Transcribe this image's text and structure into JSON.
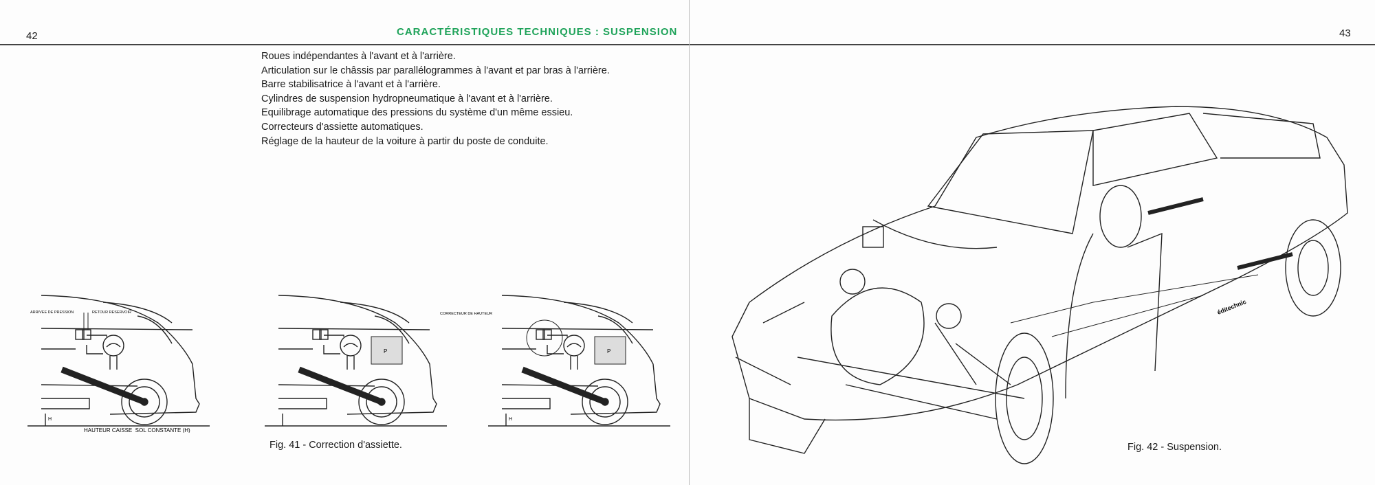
{
  "left_page": {
    "page_number": "42",
    "header_title": "CARACTÉRISTIQUES TECHNIQUES : SUSPENSION",
    "specs": [
      "Roues indépendantes à l'avant et à l'arrière.",
      "Articulation sur le châssis par parallélogrammes à l'avant et par bras à l'arrière.",
      "Barre stabilisatrice à l'avant et à l'arrière.",
      "Cylindres de suspension hydropneumatique à l'avant et à l'arrière.",
      "Equilibrage automatique des pressions du système d'un même essieu.",
      "Correcteurs d'assiette automatiques.",
      "Réglage de la hauteur de la voiture à partir du poste de conduite."
    ],
    "figure": {
      "caption": "Fig. 41 - Correction d'assiette.",
      "labels": {
        "pressure_in": "ARRIVEE DE PRESSION",
        "tank_return": "RETOUR RESERVOIR",
        "height_corrector": "CORRECTEUR DE HAUTEUR",
        "constant_height": "HAUTEUR CAISSE_SOL CONSTANTE (H)",
        "height_mark": "H",
        "load_mark": "P"
      }
    }
  },
  "right_page": {
    "page_number": "43",
    "figure": {
      "caption": "Fig. 42 - Suspension.",
      "watermark": "éditechnic"
    }
  },
  "colors": {
    "header_green": "#1fa35a",
    "ink": "#1a1a1a"
  }
}
